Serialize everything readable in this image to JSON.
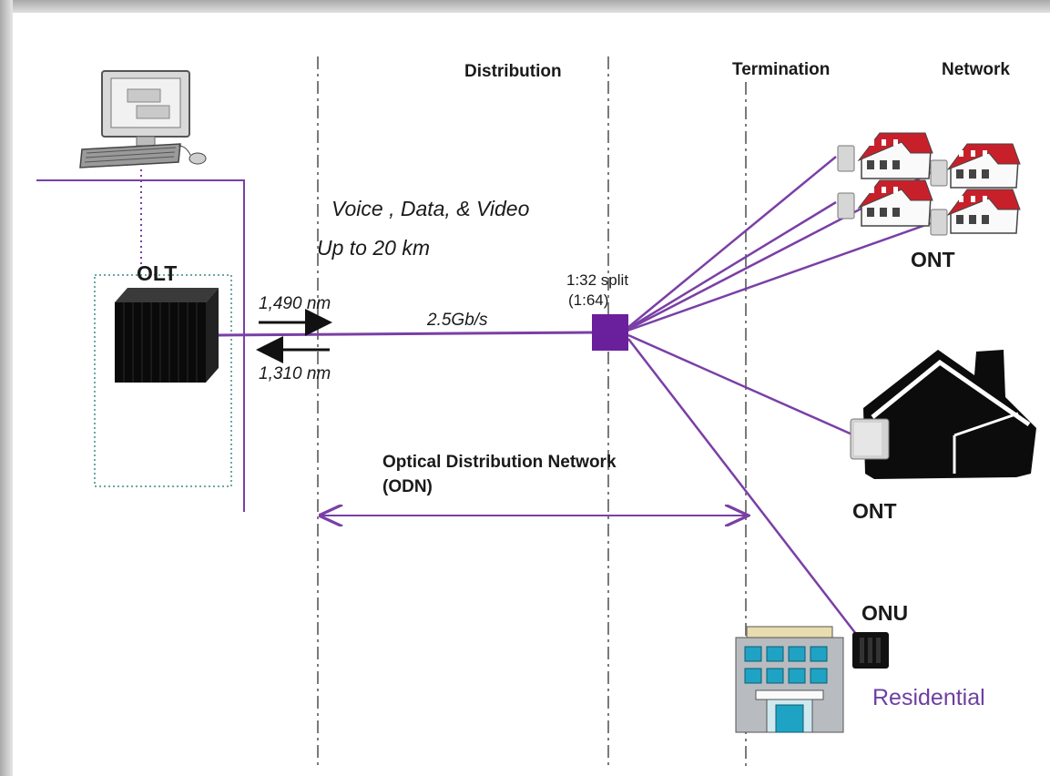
{
  "headers": {
    "distribution": "Distribution",
    "termination": "Termination",
    "network": "Network"
  },
  "traffic": {
    "services": "Voice , Data, & Video",
    "reach": "Up to 20 km"
  },
  "olt": {
    "label": "OLT"
  },
  "wavelengths": {
    "downstream": "1,490 nm",
    "upstream": "1,310 nm"
  },
  "link": {
    "rate": "2.5Gb/s"
  },
  "splitter": {
    "ratio": "1:32 split",
    "alt_ratio": "(1:64)"
  },
  "odn": {
    "line1": "Optical  Distribution  Network",
    "line2": "(ODN)"
  },
  "endpoints": {
    "ont_top": "ONT",
    "ont_middle": "ONT",
    "onu": "ONU",
    "residential": "Residential"
  },
  "colors": {
    "fiber": "#7a3fa6",
    "splitter": "#6a1f9c",
    "divider": "#7a7a7a",
    "roof": "#c8202a",
    "residential_text": "#6d3fa3"
  }
}
